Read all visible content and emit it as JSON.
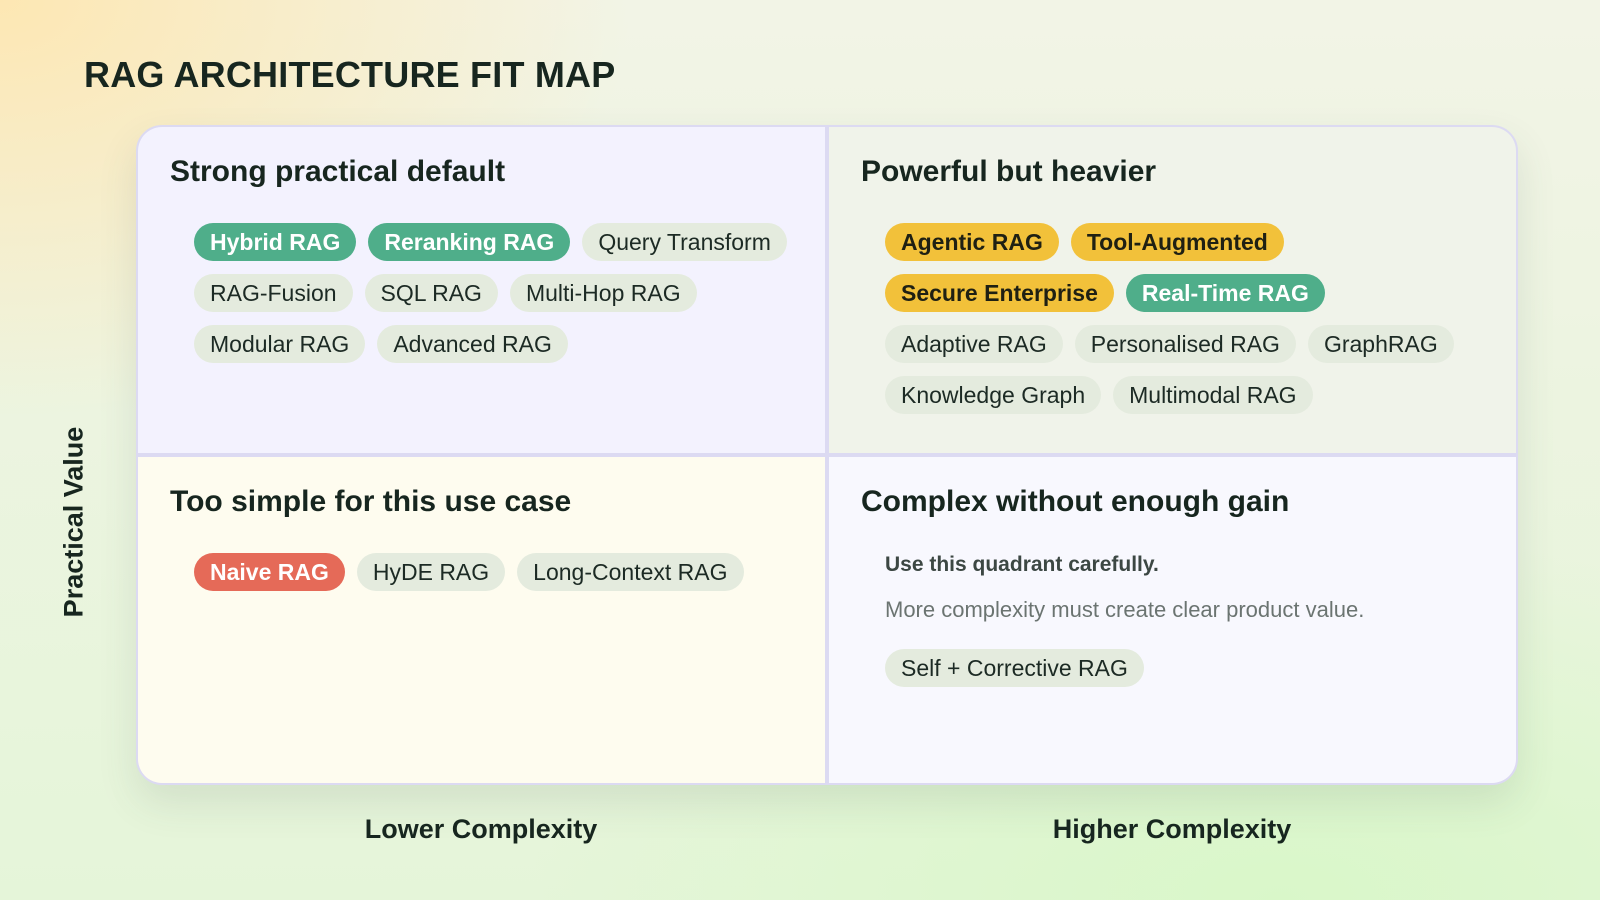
{
  "title": "RAG ARCHITECTURE FIT MAP",
  "axes": {
    "y_label": "Practical Value",
    "x_left_label": "Lower Complexity",
    "x_right_label": "Higher Complexity"
  },
  "colors": {
    "highlight_green": "#4fae8a",
    "highlight_yellow": "#f2c13a",
    "highlight_red": "#e56a58",
    "chip_neutral": "#e4ebde"
  },
  "quadrants": {
    "top_left": {
      "title": "Strong practical default",
      "chips": [
        {
          "label": "Hybrid RAG",
          "style": "green"
        },
        {
          "label": "Reranking RAG",
          "style": "green"
        },
        {
          "label": "Query Transform",
          "style": "neutral"
        },
        {
          "label": "RAG-Fusion",
          "style": "neutral"
        },
        {
          "label": "SQL RAG",
          "style": "neutral"
        },
        {
          "label": "Multi-Hop RAG",
          "style": "neutral"
        },
        {
          "label": "Modular RAG",
          "style": "neutral"
        },
        {
          "label": "Advanced RAG",
          "style": "neutral"
        }
      ]
    },
    "top_right": {
      "title": "Powerful but heavier",
      "chips": [
        {
          "label": "Agentic RAG",
          "style": "yellow"
        },
        {
          "label": "Tool-Augmented",
          "style": "yellow"
        },
        {
          "label": "Secure Enterprise",
          "style": "yellow"
        },
        {
          "label": "Real-Time RAG",
          "style": "green"
        },
        {
          "label": "Adaptive RAG",
          "style": "neutral"
        },
        {
          "label": "Personalised RAG",
          "style": "neutral"
        },
        {
          "label": "GraphRAG",
          "style": "neutral"
        },
        {
          "label": "Knowledge Graph",
          "style": "neutral"
        },
        {
          "label": "Multimodal RAG",
          "style": "neutral"
        }
      ]
    },
    "bottom_left": {
      "title": "Too simple for this use case",
      "chips": [
        {
          "label": "Naive RAG",
          "style": "red"
        },
        {
          "label": "HyDE RAG",
          "style": "neutral"
        },
        {
          "label": "Long-Context RAG",
          "style": "neutral"
        }
      ]
    },
    "bottom_right": {
      "title": "Complex without enough gain",
      "note_strong": "Use this quadrant carefully.",
      "note_body": "More complexity must create clear product value.",
      "chips": [
        {
          "label": "Self + Corrective RAG",
          "style": "neutral"
        }
      ]
    }
  }
}
